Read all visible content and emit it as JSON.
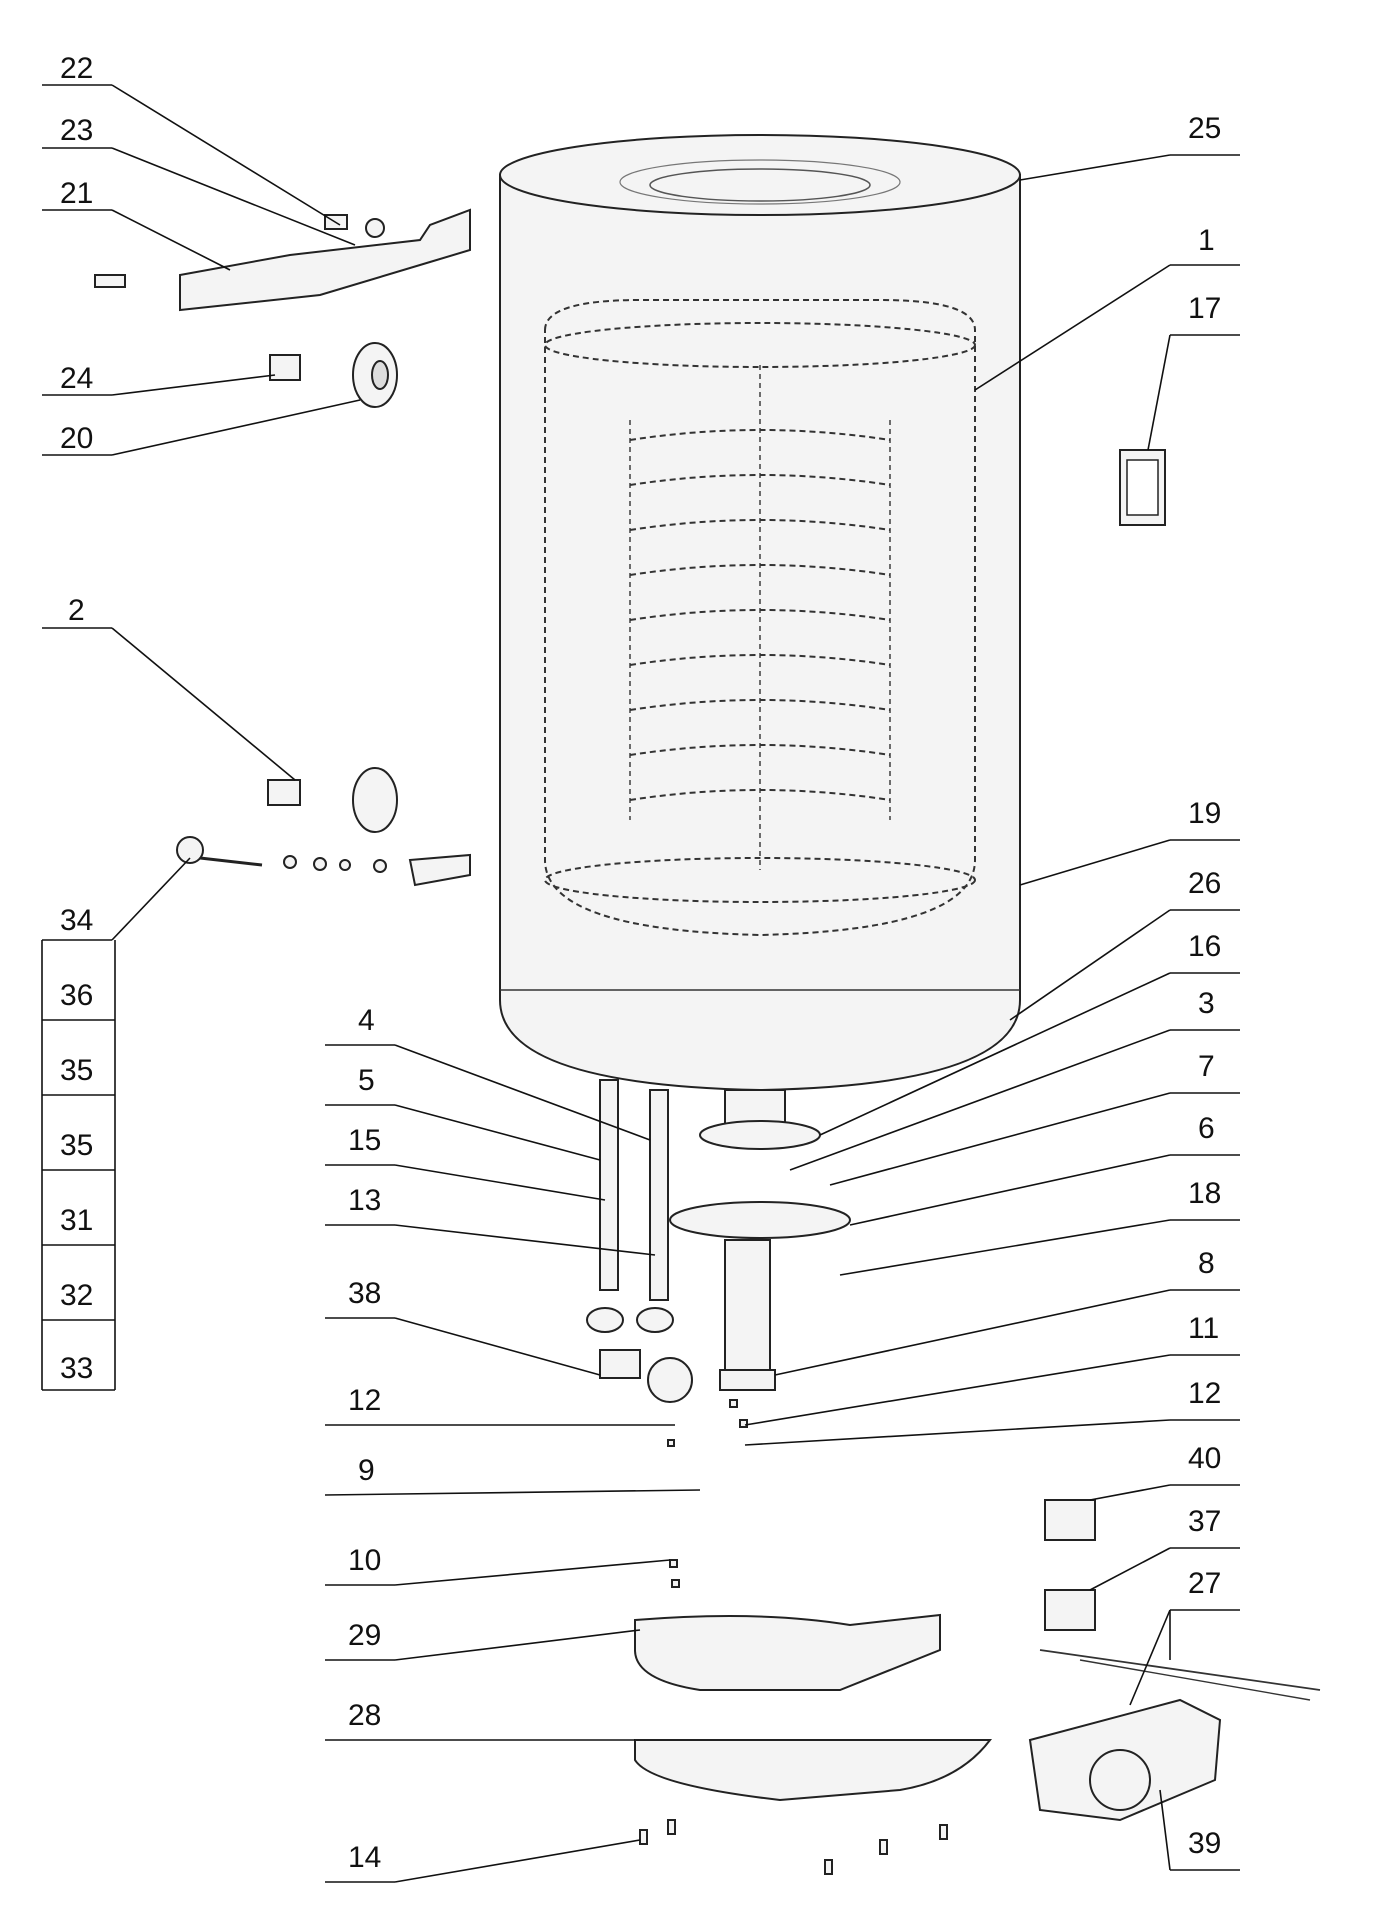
{
  "callouts": {
    "c22": "22",
    "c23": "23",
    "c21": "21",
    "c24": "24",
    "c20": "20",
    "c2": "2",
    "c34": "34",
    "c36": "36",
    "c35a": "35",
    "c35b": "35",
    "c31": "31",
    "c32": "32",
    "c33": "33",
    "c25": "25",
    "c1": "1",
    "c17": "17",
    "c19": "19",
    "c26": "26",
    "c16": "16",
    "c3": "3",
    "c7": "7",
    "c6": "6",
    "c18": "18",
    "c8": "8",
    "c11": "11",
    "c12r": "12",
    "c40": "40",
    "c37": "37",
    "c27": "27",
    "c39": "39",
    "c4": "4",
    "c5": "5",
    "c15": "15",
    "c13": "13",
    "c38": "38",
    "c12l": "12",
    "c9": "9",
    "c10": "10",
    "c29": "29",
    "c28": "28",
    "c14": "14"
  }
}
